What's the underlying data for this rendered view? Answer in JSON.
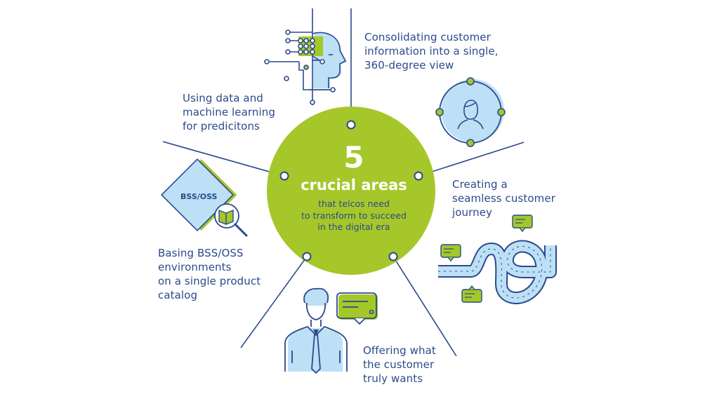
{
  "center": {
    "number": "5",
    "title": "crucial areas",
    "subtitle_lines": [
      "that telcos need",
      "to transform to succeed",
      "in the digital era"
    ]
  },
  "areas": [
    {
      "id": "machine-learning",
      "lines": [
        "Using data and",
        "machine learning",
        "for predicitons"
      ],
      "icon": "ai-head-circuit-icon"
    },
    {
      "id": "customer-360",
      "lines": [
        "Consolidating customer",
        "information into a single,",
        "360-degree view"
      ],
      "icon": "customer-360-icon"
    },
    {
      "id": "customer-journey",
      "lines": [
        "Creating a",
        "seamless customer",
        "journey"
      ],
      "icon": "winding-road-icon"
    },
    {
      "id": "customer-wants",
      "lines": [
        "Offering what",
        "the customer",
        "truly wants"
      ],
      "icon": "customer-speech-icon"
    },
    {
      "id": "product-catalog",
      "lines": [
        "Basing BSS/OSS",
        "environments",
        "on a single product",
        "catalog"
      ],
      "icon": "bss-oss-catalog-icon"
    }
  ],
  "icons": {
    "bss_label": "BSS/OSS"
  },
  "colors": {
    "green": "#a5c72a",
    "navy": "#2b4a8b",
    "light_blue": "#bde0f6",
    "white": "#ffffff"
  }
}
